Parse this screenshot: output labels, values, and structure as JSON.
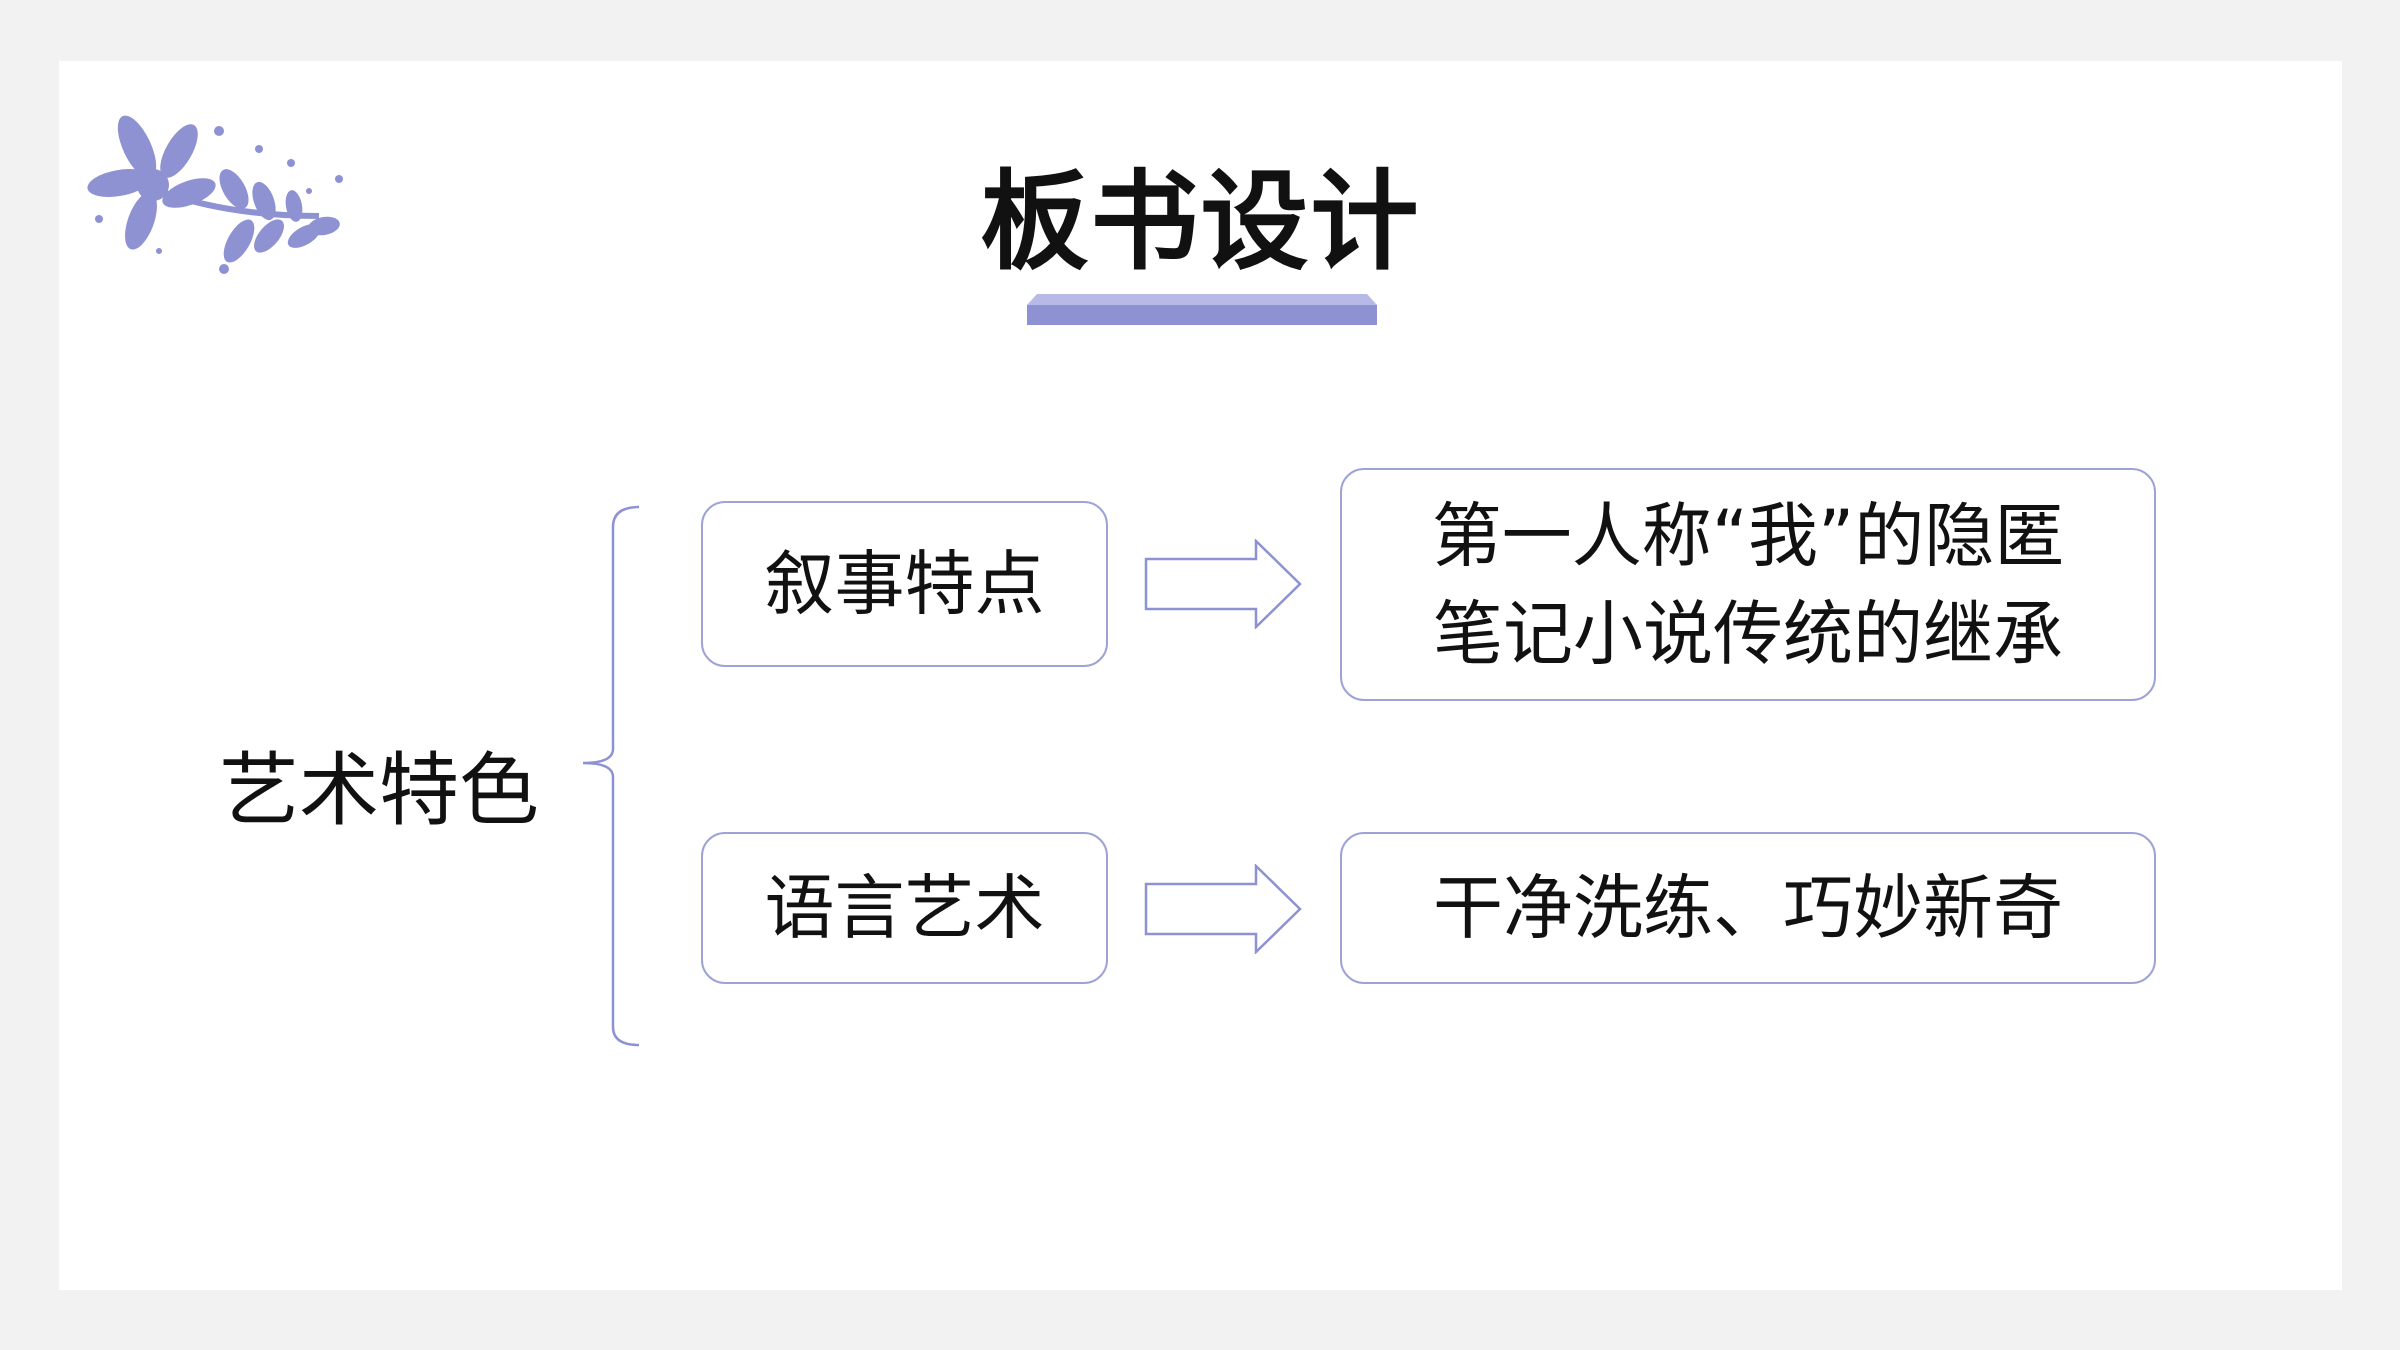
{
  "title": "板书设计",
  "root": "艺术特色",
  "branches": [
    {
      "category": "叙事特点",
      "description": [
        "第一人称“我”的隐匿",
        "笔记小说传统的继承"
      ]
    },
    {
      "category": "语言艺术",
      "description": [
        "干净洗练、巧妙新奇"
      ]
    }
  ],
  "colors": {
    "accent": "#8e92d2",
    "accent_light": "#b7bae6",
    "border": "#9ea3d6",
    "text": "#111111",
    "page_background": "#f2f2f2",
    "slide_background": "#ffffff"
  },
  "icons": {
    "corner_decoration": "flower-branch-icon",
    "connector": "right-arrow-icon",
    "grouping": "left-brace-icon"
  }
}
